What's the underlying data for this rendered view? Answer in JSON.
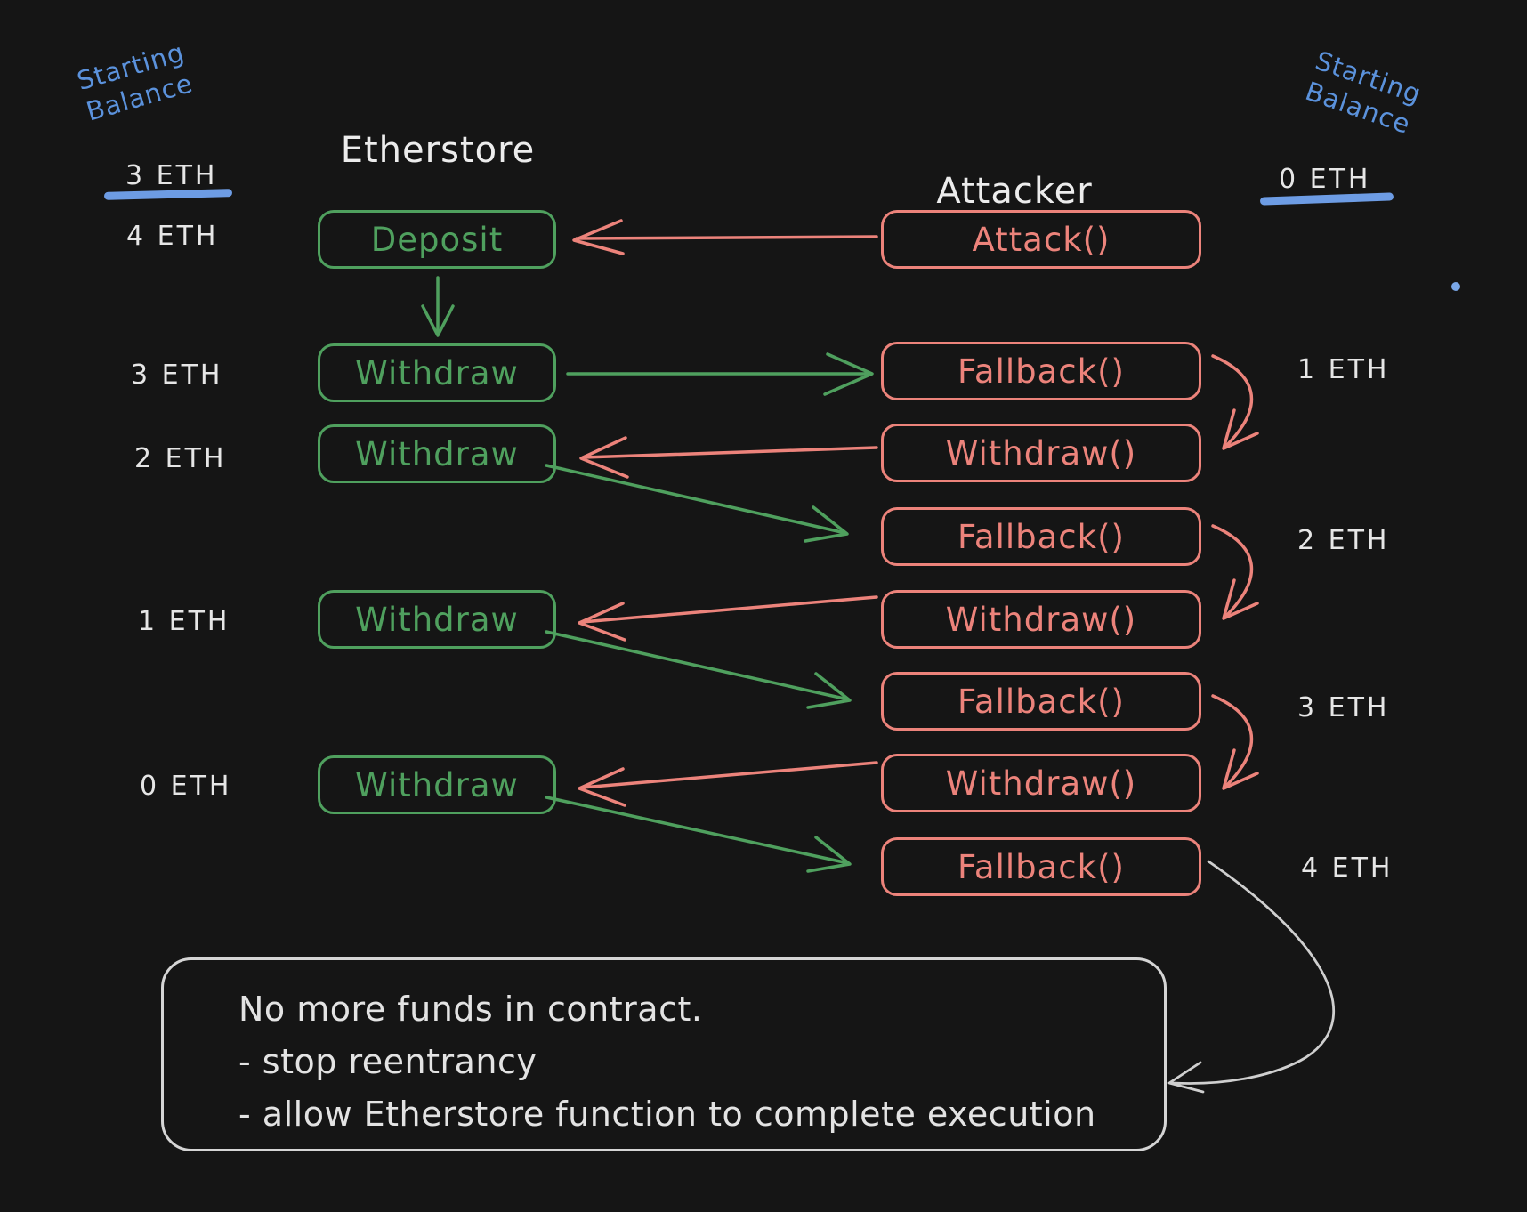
{
  "diagram": {
    "title_hint": "Reentrancy attack flow between Etherstore contract and Attacker contract",
    "colors": {
      "background": "#151515",
      "green": "#4fa05e",
      "red": "#ec837b",
      "blue": "#5b92dc",
      "white": "#e8e8e8"
    },
    "left_column": {
      "title": "Etherstore",
      "starting_balance_label": [
        "Starting",
        "Balance"
      ],
      "starting_balance_value": "3 ETH",
      "balances": [
        "4 ETH",
        "3 ETH",
        "2 ETH",
        "1 ETH",
        "0 ETH"
      ],
      "boxes": [
        {
          "label": "Deposit"
        },
        {
          "label": "Withdraw"
        },
        {
          "label": "Withdraw"
        },
        {
          "label": "Withdraw"
        },
        {
          "label": "Withdraw"
        }
      ]
    },
    "right_column": {
      "title": "Attacker",
      "starting_balance_label": [
        "Starting",
        "Balance"
      ],
      "starting_balance_value": "0 ETH",
      "balances": [
        "1 ETH",
        "2 ETH",
        "3 ETH",
        "4 ETH"
      ],
      "boxes": [
        {
          "label": "Attack()"
        },
        {
          "label": "Fallback()"
        },
        {
          "label": "Withdraw()"
        },
        {
          "label": "Fallback()"
        },
        {
          "label": "Withdraw()"
        },
        {
          "label": "Fallback()"
        },
        {
          "label": "Withdraw()"
        },
        {
          "label": "Fallback()"
        }
      ]
    },
    "note": {
      "lines": [
        "No more funds in contract.",
        "- stop reentrancy",
        "- allow Etherstore function to complete execution"
      ]
    }
  }
}
